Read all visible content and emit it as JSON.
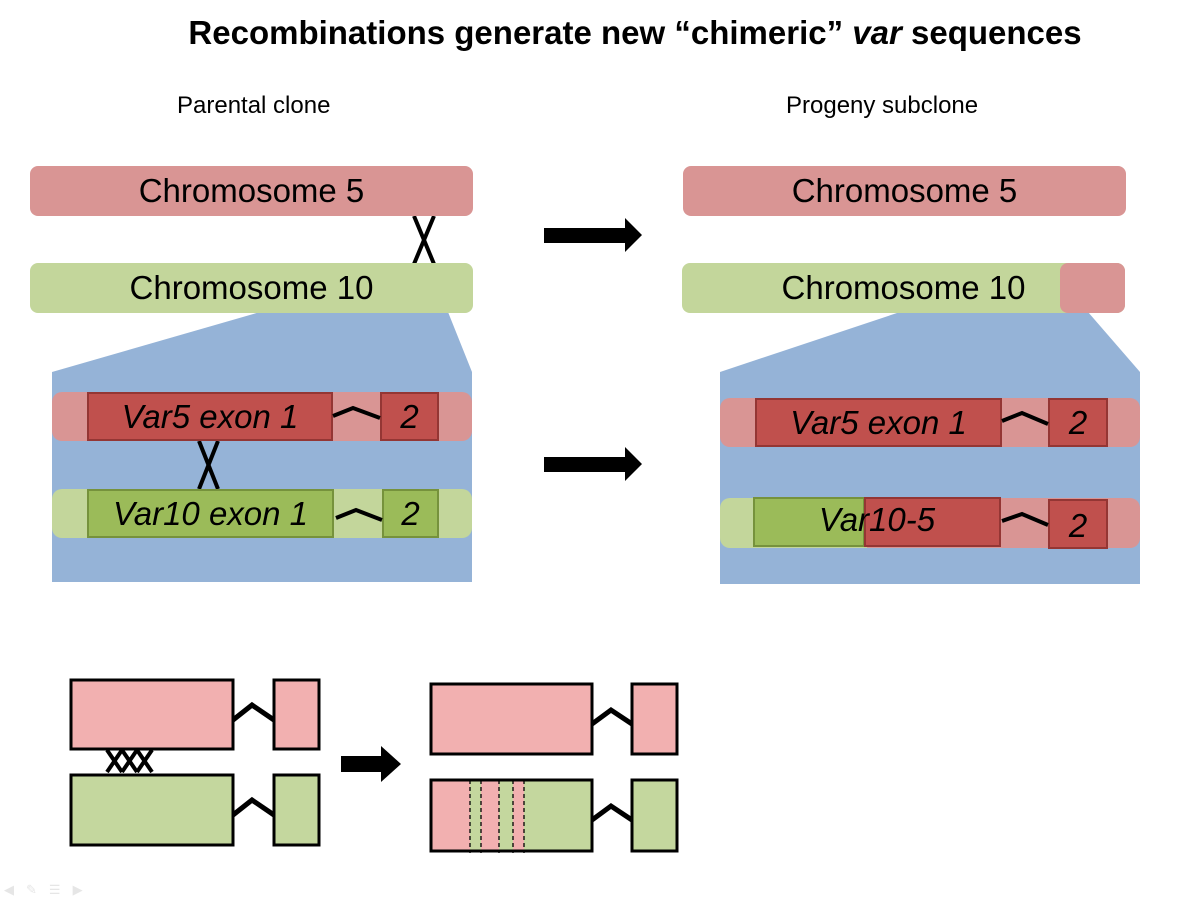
{
  "slide": {
    "title_part1": "Recombinations generate new “chimeric” ",
    "title_italic": "var",
    "title_part2": " sequences",
    "left_heading": "Parental clone",
    "right_heading": "Progeny subclone"
  },
  "parental": {
    "chrom_top": "Chromosome 5",
    "chrom_bottom": "Chromosome 10",
    "gene_top_exon1": "Var5 exon 1",
    "gene_top_exon2": "2",
    "gene_bottom_exon1": "Var10 exon 1",
    "gene_bottom_exon2": "2"
  },
  "progeny": {
    "chrom_top": "Chromosome 5",
    "chrom_bottom": "Chromosome 10",
    "gene_top_exon1": "Var5 exon 1",
    "gene_top_exon2": "2",
    "chimeric_label": "Var10-5",
    "gene_bottom_exon2": "2"
  },
  "colors": {
    "chrom5": "#d99594",
    "chrom10": "#c3d69b",
    "var5_exon": "#c0504d",
    "var10_exon": "#9bbb59",
    "zoom_panel": "#95b3d7",
    "schematic_pink": "#f2b0b0",
    "schematic_green": "#c4d79e"
  },
  "nav": {
    "icons": [
      "arrow-left-icon",
      "pen-icon",
      "menu-icon",
      "arrow-right-icon"
    ]
  }
}
